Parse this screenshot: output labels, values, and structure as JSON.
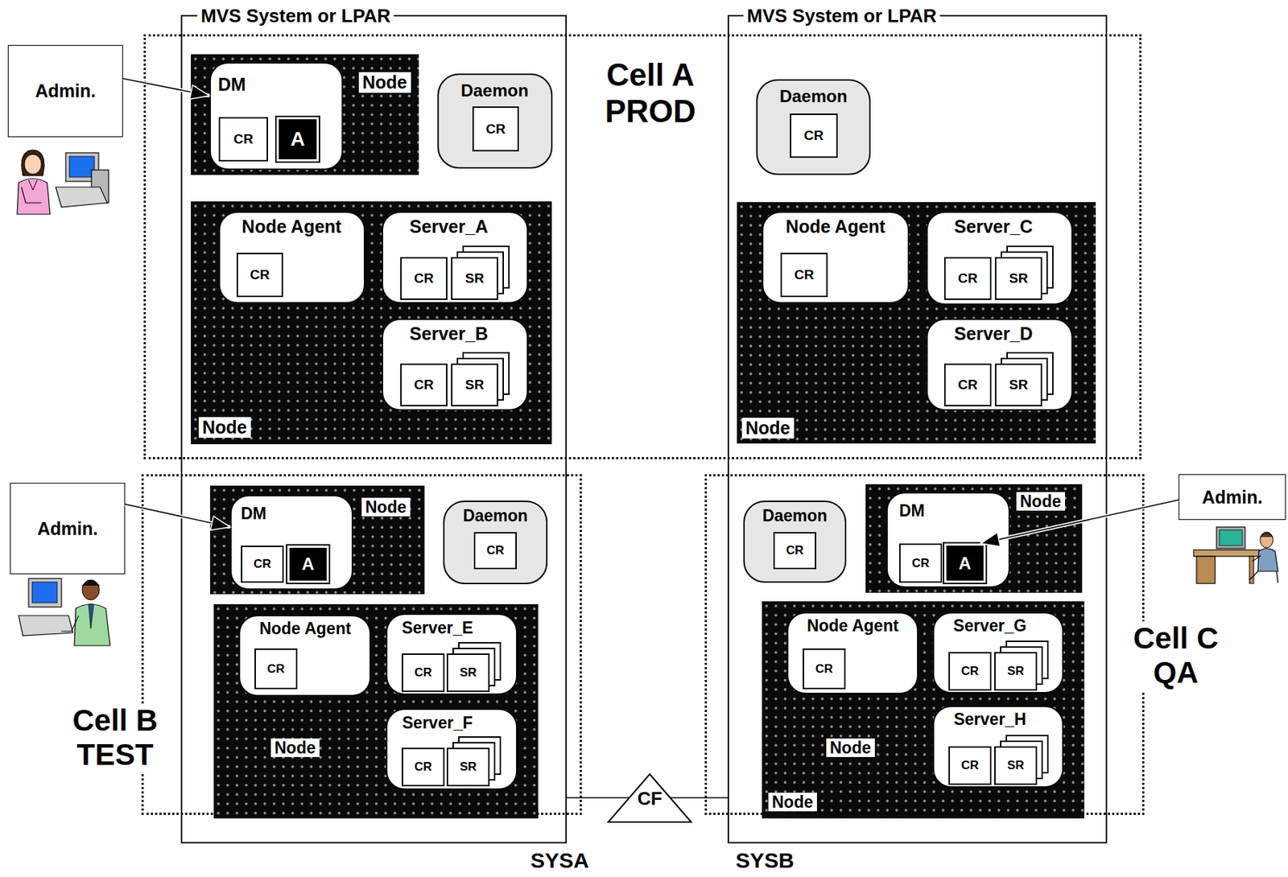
{
  "diagram": {
    "nodes": [
      {
        "text": [
          "MVS System or LPAR"
        ]
      },
      {
        "text": [
          "MVS System or LPAR"
        ]
      },
      {
        "text": [
          "Admin."
        ]
      },
      {
        "text": [
          "Cell A PROD"
        ]
      },
      {
        "text": [
          "Node"
        ],
        "in": 3
      },
      {
        "text": [
          "DM"
        ],
        "in": 4
      },
      {
        "text": [
          "CR"
        ],
        "in": 5
      },
      {
        "text": [
          "A"
        ],
        "in": 5
      },
      {
        "text": [
          "Daemon"
        ],
        "in": 3
      },
      {
        "text": [
          "CR"
        ],
        "in": 8
      },
      {
        "text": [
          "Node"
        ],
        "in": 3
      },
      {
        "text": [
          "Node Agent"
        ],
        "in": 10
      },
      {
        "text": [
          "CR"
        ],
        "in": 11
      },
      {
        "text": [
          "Server_A"
        ],
        "in": 10
      },
      {
        "text": [
          "CR"
        ],
        "in": 13
      },
      {
        "text": [
          "SR"
        ],
        "in": 13
      },
      {
        "text": [
          "Server_B"
        ],
        "in": 10
      },
      {
        "text": [
          "CR"
        ],
        "in": 16
      },
      {
        "text": [
          "SR"
        ],
        "in": 16
      },
      {
        "text": [
          "Daemon"
        ],
        "in": 3
      },
      {
        "text": [
          "CR"
        ],
        "in": 19
      },
      {
        "text": [
          "Node"
        ],
        "in": 3
      },
      {
        "text": [
          "Node Agent"
        ],
        "in": 21
      },
      {
        "text": [
          "CR"
        ],
        "in": 22
      },
      {
        "text": [
          "Server_C"
        ],
        "in": 21
      },
      {
        "text": [
          "CR"
        ],
        "in": 24
      },
      {
        "text": [
          "SR"
        ],
        "in": 24
      },
      {
        "text": [
          "Server_D"
        ],
        "in": 21
      },
      {
        "text": [
          "CR"
        ],
        "in": 27
      },
      {
        "text": [
          "SR"
        ],
        "in": 27
      },
      {
        "text": [
          "Admin."
        ]
      },
      {
        "text": [
          "Cell B TEST"
        ]
      },
      {
        "text": [
          "Node"
        ],
        "in": 31
      },
      {
        "text": [
          "DM"
        ],
        "in": 32
      },
      {
        "text": [
          "CR"
        ],
        "in": 33
      },
      {
        "text": [
          "A"
        ],
        "in": 33
      },
      {
        "text": [
          "Daemon"
        ],
        "in": 31
      },
      {
        "text": [
          "CR"
        ],
        "in": 36
      },
      {
        "text": [
          "Node"
        ],
        "in": 31
      },
      {
        "text": [
          "Node Agent"
        ],
        "in": 38
      },
      {
        "text": [
          "CR"
        ],
        "in": 39
      },
      {
        "text": [
          "Server_E"
        ],
        "in": 38
      },
      {
        "text": [
          "CR"
        ],
        "in": 41
      },
      {
        "text": [
          "SR"
        ],
        "in": 41
      },
      {
        "text": [
          "Server_F"
        ],
        "in": 38
      },
      {
        "text": [
          "CR"
        ],
        "in": 44
      },
      {
        "text": [
          "SR"
        ],
        "in": 44
      },
      {
        "text": [
          "Admin."
        ]
      },
      {
        "text": [
          "Cell C QA"
        ]
      },
      {
        "text": [
          "Daemon"
        ],
        "in": 48
      },
      {
        "text": [
          "CR"
        ],
        "in": 49
      },
      {
        "text": [
          "Node"
        ],
        "in": 48
      },
      {
        "text": [
          "DM"
        ],
        "in": 51
      },
      {
        "text": [
          "CR"
        ],
        "in": 52
      },
      {
        "text": [
          "A"
        ],
        "in": 52
      },
      {
        "text": [
          "Node",
          "Node"
        ],
        "in": 48
      },
      {
        "text": [
          "Node Agent"
        ],
        "in": 55
      },
      {
        "text": [
          "CR"
        ],
        "in": 56
      },
      {
        "text": [
          "Server_G"
        ],
        "in": 55
      },
      {
        "text": [
          "CR"
        ],
        "in": 58
      },
      {
        "text": [
          "SR"
        ],
        "in": 58
      },
      {
        "text": [
          "Server_H"
        ],
        "in": 55
      },
      {
        "text": [
          "CR"
        ],
        "in": 61
      },
      {
        "text": [
          "SR"
        ],
        "in": 61
      },
      {
        "text": [
          "CF"
        ]
      }
    ],
    "edges": [
      {
        "from": 2,
        "to": 5,
        "arrow": "to"
      },
      {
        "from": 30,
        "to": 33,
        "arrow": "to"
      },
      {
        "from": 47,
        "to": 54,
        "arrow": "to"
      },
      {
        "from": 0,
        "to": 64,
        "arrow": "none"
      },
      {
        "from": 64,
        "to": 1,
        "arrow": "none"
      }
    ],
    "labels": [
      "SYSA",
      "SYSB"
    ]
  }
}
